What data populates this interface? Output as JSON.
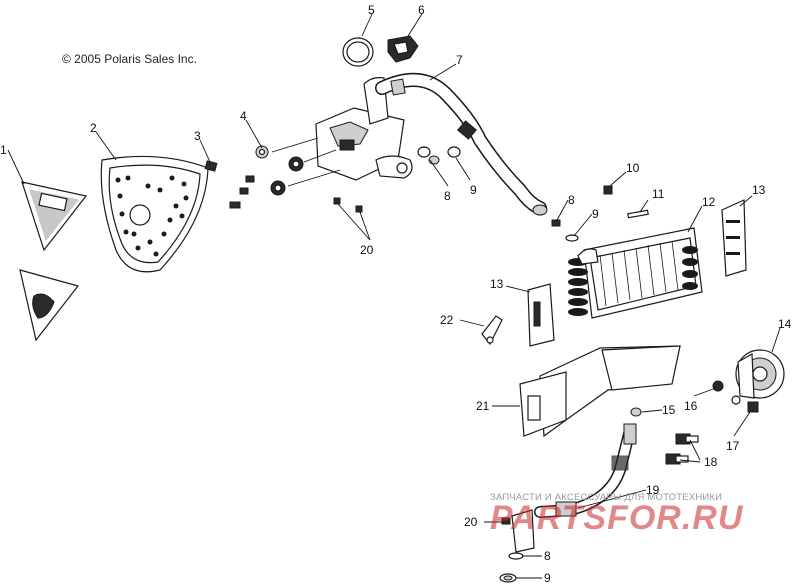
{
  "copyright": "© 2005 Polaris Sales Inc.",
  "watermark": {
    "caption": "ЗАПЧАСТИ И АКСЕССУАРЫ ДЛЯ МОТОТЕХНИКИ",
    "logo": "PARTSFOR.RU",
    "color": "#c82828"
  },
  "callouts": [
    {
      "id": "c1",
      "label": "1"
    },
    {
      "id": "c2",
      "label": "2"
    },
    {
      "id": "c3",
      "label": "3"
    },
    {
      "id": "c4",
      "label": "4"
    },
    {
      "id": "c5",
      "label": "5"
    },
    {
      "id": "c6",
      "label": "6"
    },
    {
      "id": "c7",
      "label": "7"
    },
    {
      "id": "c8a",
      "label": "8"
    },
    {
      "id": "c8b",
      "label": "8"
    },
    {
      "id": "c8c",
      "label": "8"
    },
    {
      "id": "c9a",
      "label": "9"
    },
    {
      "id": "c9b",
      "label": "9"
    },
    {
      "id": "c9c",
      "label": "9"
    },
    {
      "id": "c10",
      "label": "10"
    },
    {
      "id": "c11",
      "label": "11"
    },
    {
      "id": "c12",
      "label": "12"
    },
    {
      "id": "c13a",
      "label": "13"
    },
    {
      "id": "c13b",
      "label": "13"
    },
    {
      "id": "c14",
      "label": "14"
    },
    {
      "id": "c15",
      "label": "15"
    },
    {
      "id": "c16",
      "label": "16"
    },
    {
      "id": "c17",
      "label": "17"
    },
    {
      "id": "c18",
      "label": "18"
    },
    {
      "id": "c19",
      "label": "19"
    },
    {
      "id": "c20a",
      "label": "20"
    },
    {
      "id": "c20b",
      "label": "20"
    },
    {
      "id": "c21",
      "label": "21"
    },
    {
      "id": "c22",
      "label": "22"
    }
  ]
}
